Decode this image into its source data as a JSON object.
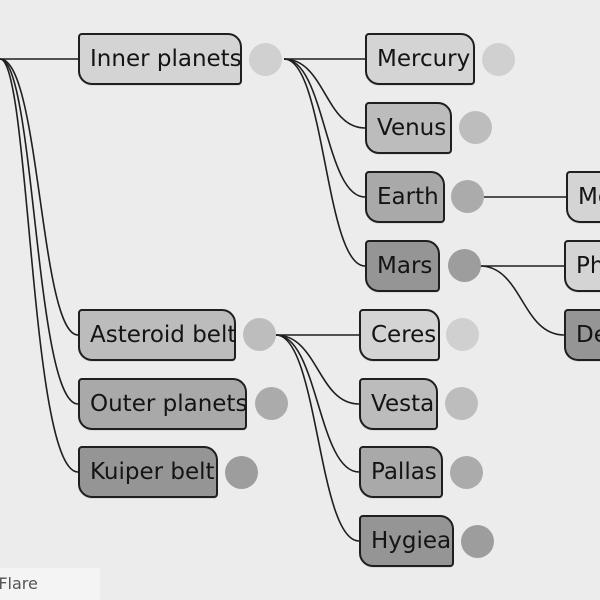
{
  "nodes": {
    "inner_planets": "Inner planets",
    "asteroid_belt": "Asteroid belt",
    "outer_planets": "Outer planets",
    "kuiper_belt": "Kuiper belt",
    "mercury": "Mercury",
    "venus": "Venus",
    "earth": "Earth",
    "mars": "Mars",
    "ceres": "Ceres",
    "vesta": "Vesta",
    "pallas": "Pallas",
    "hygiea": "Hygiea",
    "moon": "Mo",
    "phobos": "Ph",
    "deimos": "De"
  },
  "watermark": "sFlare"
}
